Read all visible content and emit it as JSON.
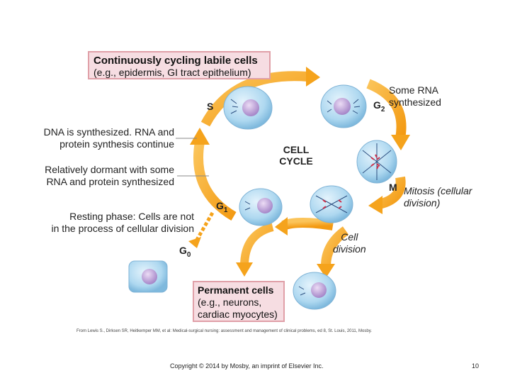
{
  "labile_box": {
    "title": "Continuously cycling labile cells",
    "subtitle": "(e.g., epidermis, GI tract epithelium)"
  },
  "phases": {
    "s": "S",
    "g2_main": "G",
    "g2_sub": "2",
    "m": "M",
    "g1_main": "G",
    "g1_sub": "1",
    "g0_main": "G",
    "g0_sub": "0"
  },
  "center_label": {
    "line1": "CELL",
    "line2": "CYCLE"
  },
  "annotations": {
    "some_rna_line1": "Some RNA",
    "some_rna_line2": "synthesized",
    "dna_line1": "DNA is synthesized. RNA and",
    "dna_line2": "protein synthesis continue",
    "dormant_line1": "Relatively dormant with some",
    "dormant_line2": "RNA and protein synthesized",
    "resting_line1": "Resting phase: Cells are not",
    "resting_line2": "in the process of cellular division",
    "mitosis_line1": "Mitosis (cellular",
    "mitosis_line2": "division)",
    "cell_division_line1": "Cell",
    "cell_division_line2": "division"
  },
  "permanent_box": {
    "line1": "Permanent cells",
    "line2": "(e.g., neurons,",
    "line3": "cardiac myocytes)"
  },
  "source": "From Lewis S., Dirksen SR, Heitkemper MM, et al: Medical-surgical nursing: assessment and management of clinical problems, ed 8, St. Louis, 2011, Mosby.",
  "footer": {
    "copyright": "Copyright © 2014 by Mosby, an imprint of Elsevier Inc.",
    "page_number": "10"
  },
  "colors": {
    "arrow_orange": "#f5a31c",
    "box_pink": "#f6dde2",
    "box_border": "#e0a0a8",
    "cell_blue": "#a8d4ee",
    "nucleus_purple": "#b79ad2",
    "chromosome_red": "#d0304a"
  }
}
